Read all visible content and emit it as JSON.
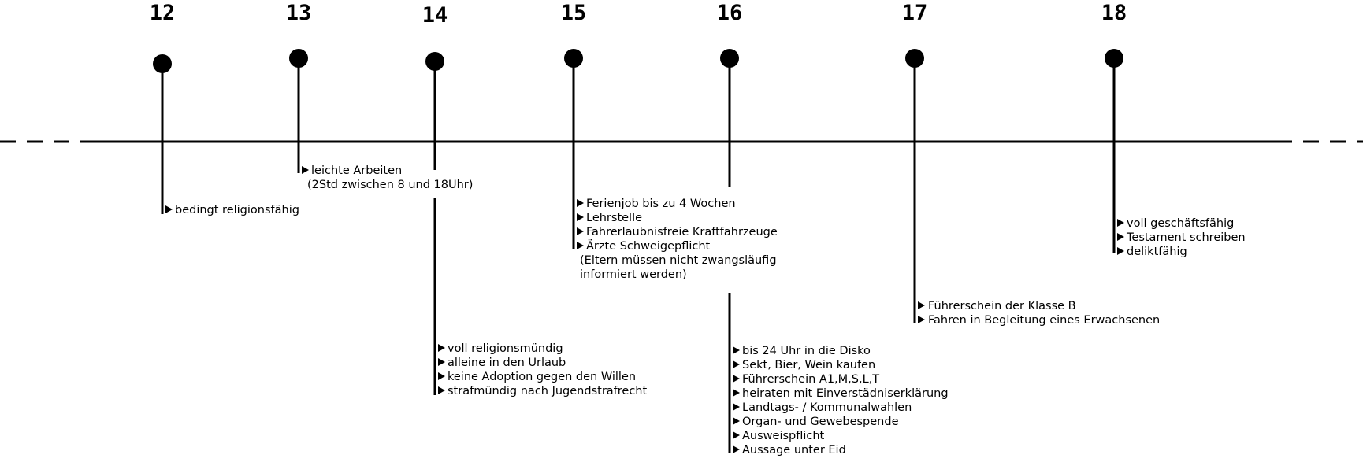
{
  "timeline": {
    "markers": [
      {
        "age": "12",
        "items": [
          "bedingt religionsfähig"
        ]
      },
      {
        "age": "13",
        "items": [
          "leichte Arbeiten"
        ],
        "notes": [
          "(2Std zwischen 8 und 18Uhr)"
        ]
      },
      {
        "age": "14",
        "items": [
          "voll religionsmündig",
          "alleine in den Urlaub",
          "keine Adoption gegen den Willen",
          "strafmündig nach Jugendstrafrecht"
        ]
      },
      {
        "age": "15",
        "items": [
          "Ferienjob bis zu 4 Wochen",
          "Lehrstelle",
          "Fahrerlaubnisfreie Kraftfahrzeuge",
          "Ärzte Schweigepflicht"
        ],
        "notes": [
          "(Eltern müssen nicht zwangsläufig",
          " informiert werden)"
        ]
      },
      {
        "age": "16",
        "items": [
          "bis 24 Uhr in die Disko",
          "Sekt, Bier, Wein kaufen",
          "Führerschein A1,M,S,L,T",
          "heiraten mit Einverstädniserklärung",
          "Landtags- / Kommunalwahlen",
          "Organ- und Gewebespende",
          "Ausweispflicht",
          "Aussage unter Eid"
        ]
      },
      {
        "age": "17",
        "items": [
          "Führerschein der Klasse B",
          "Fahren in Begleitung eines Erwachsenen"
        ]
      },
      {
        "age": "18",
        "items": [
          "voll geschäftsfähig",
          "Testament schreiben",
          "deliktfähig"
        ]
      }
    ]
  }
}
